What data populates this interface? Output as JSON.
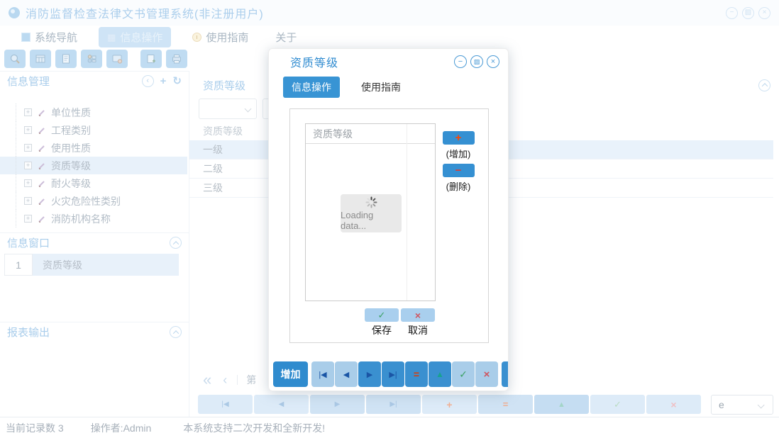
{
  "window": {
    "title": "消防监督检查法律文书管理系统(非注册用户)",
    "controls": {
      "minimize": "−",
      "maximize": "▨",
      "close": "×"
    }
  },
  "tabs": {
    "nav": "系统导航",
    "info": "信息操作",
    "guide": "使用指南",
    "about": "关于"
  },
  "toolbar_icons": [
    "search",
    "org-table",
    "document",
    "users",
    "monitor",
    "doc-add",
    "printer"
  ],
  "sidebar": {
    "info_manage_title": "信息管理",
    "tree": [
      "单位性质",
      "工程类别",
      "使用性质",
      "资质等级",
      "耐火等级",
      "火灾危险性类别",
      "消防机构名称"
    ],
    "info_window_title": "信息窗口",
    "info_window_row": {
      "num": "1",
      "label": "资质等级"
    },
    "report_title": "报表输出"
  },
  "content": {
    "title": "资质等级",
    "grid": {
      "header": "资质等级",
      "rows": [
        "一级",
        "二级",
        "三级"
      ]
    },
    "pager": {
      "first": "«",
      "prev": "‹",
      "page_label": "第"
    },
    "bottom_toolbar": [
      "|◀",
      "◀",
      "▶",
      "▶|",
      "+",
      "=",
      "▲",
      "✓",
      "×"
    ],
    "page_select_value": "e"
  },
  "dialog": {
    "title": "资质等级",
    "controls": {
      "minimize": "−",
      "restore": "▨",
      "close": "×"
    },
    "tabs": {
      "info": "信息操作",
      "guide": "使用指南"
    },
    "grid_header": "资质等级",
    "loading_text": "Loading data...",
    "add_btn": {
      "glyph": "+",
      "label": "(增加)"
    },
    "remove_btn": {
      "glyph": "−",
      "label": "(删除)"
    },
    "save": {
      "glyph": "✓",
      "label": "保存"
    },
    "cancel": {
      "glyph": "×",
      "label": "取消"
    },
    "footer": {
      "add_label": "增加",
      "nav": [
        "|◀",
        "◀",
        "▶",
        "▶|",
        "=",
        "▲",
        "✓",
        "×"
      ]
    }
  },
  "statusbar": {
    "records": "当前记录数 3",
    "operator": "操作者:Admin",
    "message": "本系统支持二次开发和全新开发!"
  }
}
